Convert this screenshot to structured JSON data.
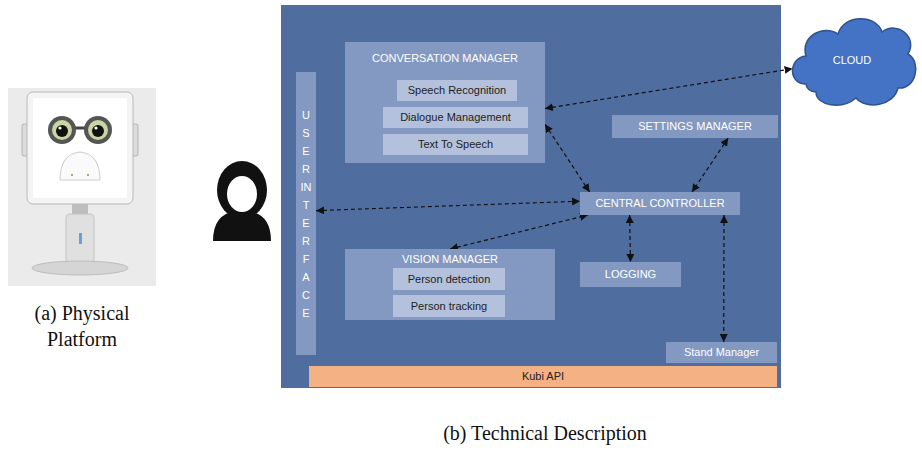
{
  "diagram": {
    "nodes": [
      {
        "text": [
          "CONVERSATION MANAGER"
        ]
      },
      {
        "text": [
          "Speech Recognition"
        ],
        "in": 0
      },
      {
        "text": [
          "Dialogue Management"
        ],
        "in": 0
      },
      {
        "text": [
          "Text To Speech"
        ],
        "in": 0
      },
      {
        "text": [
          "CLOUD"
        ]
      },
      {
        "text": [
          "SETTINGS MANAGER"
        ]
      },
      {
        "text": [
          "USER INTERFACE"
        ]
      },
      {
        "text": [
          "CENTRAL CONTROLLER"
        ]
      },
      {
        "text": [
          "VISION MANAGER"
        ]
      },
      {
        "text": [
          "Person detection"
        ],
        "in": 8
      },
      {
        "text": [
          "Person tracking"
        ],
        "in": 8
      },
      {
        "text": [
          "LOGGING"
        ]
      },
      {
        "text": [
          "Stand Manager"
        ]
      },
      {
        "text": [
          "Kubi API"
        ]
      }
    ],
    "edges": [
      {
        "from": 0,
        "to": 4,
        "arrow": "both"
      },
      {
        "from": 5,
        "to": 7,
        "arrow": "both"
      },
      {
        "from": 6,
        "to": 7,
        "arrow": "both"
      },
      {
        "from": 0,
        "to": 7,
        "arrow": "both"
      },
      {
        "from": 8,
        "to": 7,
        "arrow": "both"
      },
      {
        "from": 7,
        "to": 11,
        "arrow": "both"
      },
      {
        "from": 7,
        "to": 12,
        "arrow": "both"
      }
    ],
    "labels": [
      "(a) Physical Platform",
      "(b) Technical Description"
    ]
  }
}
